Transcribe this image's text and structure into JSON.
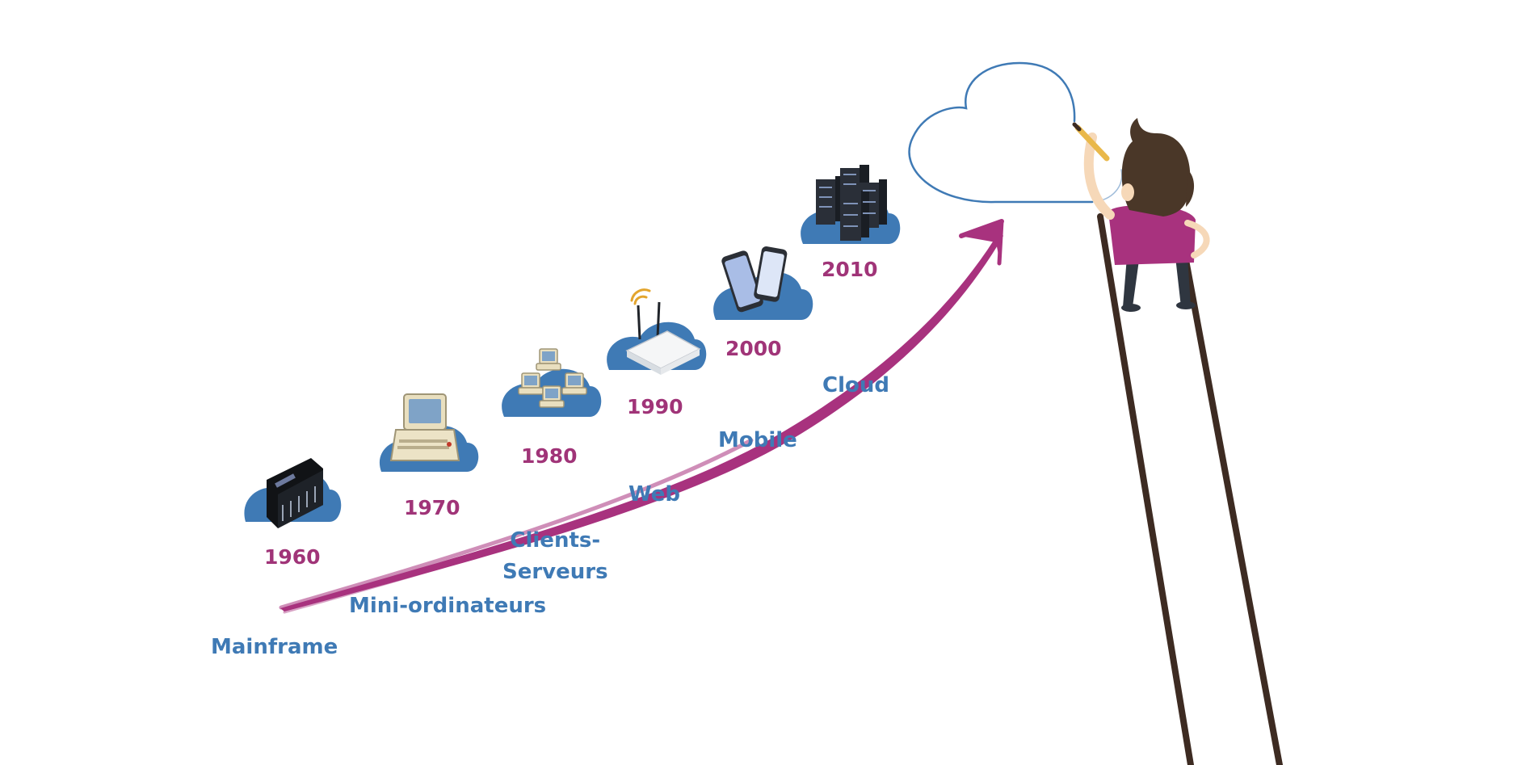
{
  "colors": {
    "year": "#a03478",
    "era": "#3f7ab5",
    "cloud_badge": "#3f7ab5",
    "arrow": "#a8327e",
    "ladder": "#3d2b22",
    "shirt": "#a8327e",
    "hair": "#4a3728",
    "skin": "#f6d8b8"
  },
  "timeline": [
    {
      "year": "1960",
      "era": "Mainframe",
      "icon": "mainframe-server-icon"
    },
    {
      "year": "1970",
      "era": "Mini-ordinateurs",
      "icon": "minicomputer-terminal-icon"
    },
    {
      "year": "1980",
      "era": "Clients-\nServeurs",
      "icon": "client-server-network-icon"
    },
    {
      "year": "1990",
      "era": "Web",
      "icon": "wifi-router-icon"
    },
    {
      "year": "2000",
      "era": "Mobile",
      "icon": "smartphones-icon"
    },
    {
      "year": "2010",
      "era": "Cloud",
      "icon": "server-racks-icon"
    }
  ]
}
